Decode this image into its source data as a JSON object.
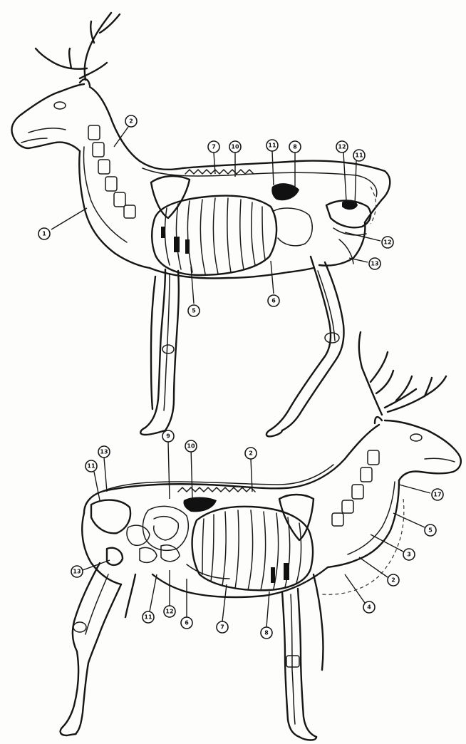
{
  "diagram": {
    "top_callouts": [
      "1",
      "2",
      "7",
      "10",
      "11",
      "8",
      "12",
      "11",
      "12",
      "13",
      "6",
      "5"
    ],
    "bottom_callouts": [
      "13",
      "11",
      "9",
      "10",
      "2",
      "17",
      "5",
      "3",
      "2",
      "4",
      "13",
      "12",
      "11",
      "6",
      "7",
      "8"
    ]
  }
}
